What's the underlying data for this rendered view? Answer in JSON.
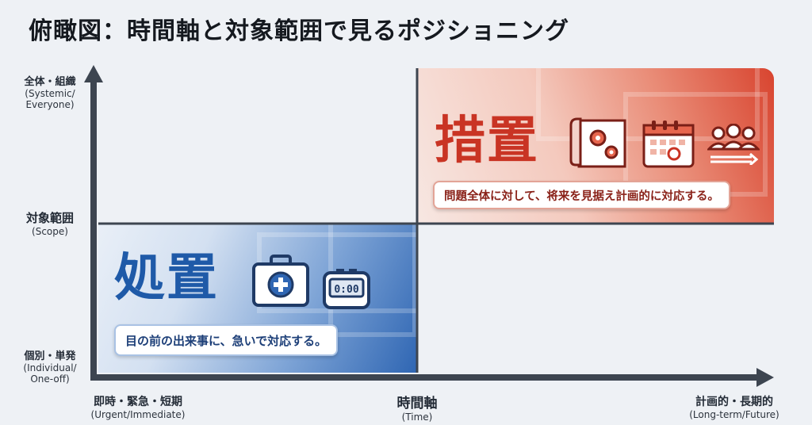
{
  "title": "俯瞰図：時間軸と対象範囲で見るポジショニング",
  "y_axis": {
    "top": {
      "label": "全体・組織",
      "sub_lines": [
        "(Systemic/",
        "Everyone)"
      ]
    },
    "middle": {
      "label": "対象範囲",
      "sub": "(Scope)"
    },
    "bottom": {
      "label": "個別・単発",
      "sub_lines": [
        "(Individual/",
        "One-off)"
      ]
    }
  },
  "x_axis": {
    "left": {
      "label": "即時・緊急・短期",
      "sub": "(Urgent/Immediate)"
    },
    "middle": {
      "label": "時間軸",
      "sub": "(Time)"
    },
    "right": {
      "label": "計画的・長期的",
      "sub": "(Long-term/Future)"
    }
  },
  "quadrants": {
    "bottom_left": {
      "heading": "処置",
      "description": "目の前の出来事に、急いで対応する。",
      "icons": [
        "first-aid-kit-icon",
        "timer-icon"
      ],
      "accent": "#1f5aa8"
    },
    "top_right": {
      "heading": "措置",
      "description": "問題全体に対して、将来を見据え計画的に対応する。",
      "icons": [
        "blueprint-gears-icon",
        "calendar-icon",
        "team-icon"
      ],
      "accent": "#c93424"
    }
  },
  "timer_display": "0:00"
}
